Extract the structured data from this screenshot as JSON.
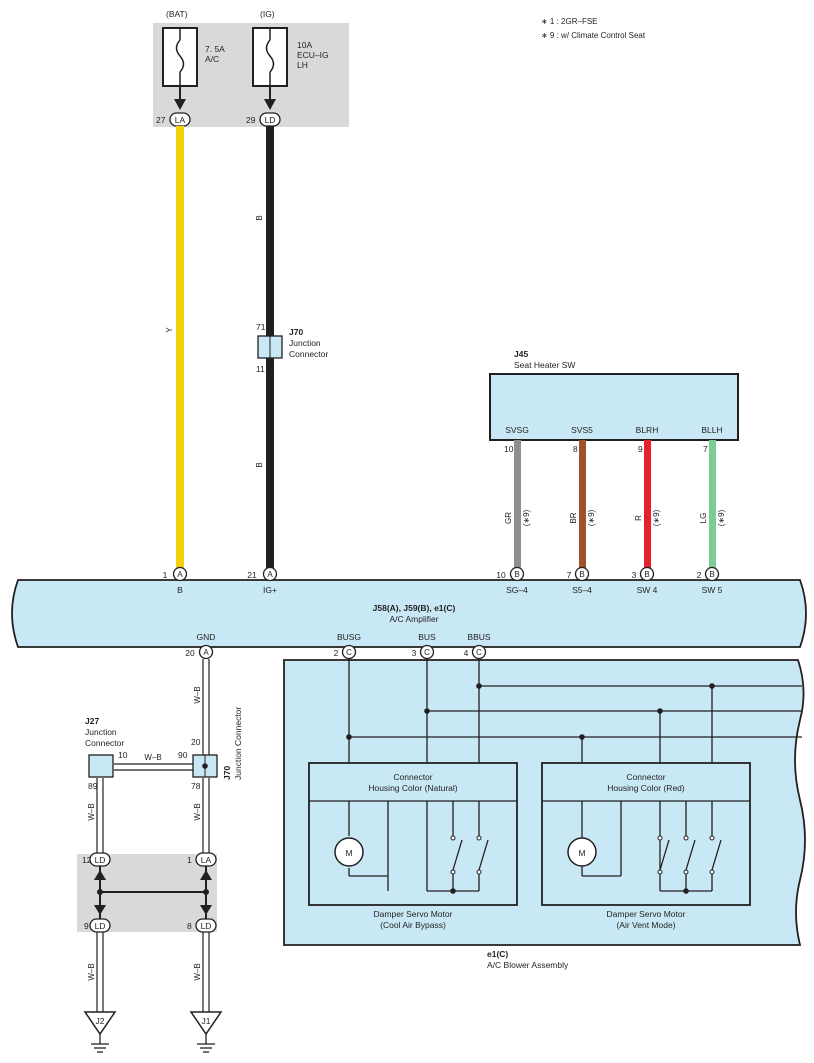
{
  "notes": [
    "∗ 1 : 2GR–FSE",
    "∗ 9 : w/ Climate Control Seat"
  ],
  "fuses": {
    "bat": {
      "source": "(BAT)",
      "rating": "7. 5A",
      "name": "A/C",
      "pin": "27",
      "connector": "LA"
    },
    "ig": {
      "source": "(IG)",
      "rating": "10A",
      "name1": "ECU–IG",
      "name2": "LH",
      "pin": "29",
      "connector": "LD"
    }
  },
  "wire_colors": {
    "y": "Y",
    "b_upper": "B",
    "b_lower": "B",
    "wb": "W–B",
    "gr": "GR",
    "br": "BR",
    "r": "R",
    "lg": "LG",
    "note9": "(∗9)"
  },
  "j70_upper": {
    "code": "J70",
    "line1": "Junction",
    "line2": "Connector",
    "pin_top": "71",
    "pin_bottom": "11"
  },
  "j45": {
    "code": "J45",
    "name": "Seat Heater SW",
    "terminals": [
      {
        "label": "SVSG",
        "pin": "10"
      },
      {
        "label": "SVS5",
        "pin": "8"
      },
      {
        "label": "BLRH",
        "pin": "9"
      },
      {
        "label": "BLLH",
        "pin": "7"
      }
    ]
  },
  "amplifier": {
    "title1": "J58(A), J59(B), e1(C)",
    "title2": "A/C Amplifier",
    "top_terminals": [
      {
        "pin": "1",
        "conn": "A",
        "label": "B"
      },
      {
        "pin": "21",
        "conn": "A",
        "label": "IG+"
      },
      {
        "pin": "10",
        "conn": "B",
        "label": "SG–4"
      },
      {
        "pin": "7",
        "conn": "B",
        "label": "S5–4"
      },
      {
        "pin": "3",
        "conn": "B",
        "label": "SW 4"
      },
      {
        "pin": "2",
        "conn": "B",
        "label": "SW 5"
      }
    ],
    "bottom_terminals": [
      {
        "pin": "20",
        "conn": "A",
        "label": "GND"
      },
      {
        "pin": "2",
        "conn": "C",
        "label": "BUSG"
      },
      {
        "pin": "3",
        "conn": "C",
        "label": "BUS"
      },
      {
        "pin": "4",
        "conn": "C",
        "label": "BBUS"
      }
    ]
  },
  "j27": {
    "code": "J27",
    "line1": "Junction",
    "line2": "Connector",
    "pin_left": "89",
    "pin_right": "10"
  },
  "j70_lower": {
    "code": "J70",
    "name": "Junction Connector",
    "pin_top": "20",
    "pin_left": "90",
    "pin_bottom": "78"
  },
  "splice": {
    "top_left": {
      "pin": "12",
      "conn": "LD"
    },
    "top_right": {
      "pin": "1",
      "conn": "LA"
    },
    "bottom_left": {
      "pin": "9",
      "conn": "LD"
    },
    "bottom_right": {
      "pin": "8",
      "conn": "LD"
    }
  },
  "grounds": {
    "left": "J2",
    "right": "J1"
  },
  "blower": {
    "code": "e1(C)",
    "name": "A/C Blower Assembly",
    "motor_label": "M",
    "servo1": {
      "header1": "Connector",
      "header2": "Housing Color (Natural)",
      "caption1": "Damper Servo Motor",
      "caption2": "(Cool Air Bypass)"
    },
    "servo2": {
      "header1": "Connector",
      "header2": "Housing Color (Red)",
      "caption1": "Damper Servo Motor",
      "caption2": "(Air Vent Mode)"
    }
  },
  "colors": {
    "fill_blue": "#c8e8f5",
    "gray_box": "#d9d9d9",
    "y": "#f4d20a",
    "b": "#231f20",
    "gr": "#8e8e8e",
    "br": "#a0522d",
    "r": "#e4222b",
    "lg": "#7ecb98"
  }
}
